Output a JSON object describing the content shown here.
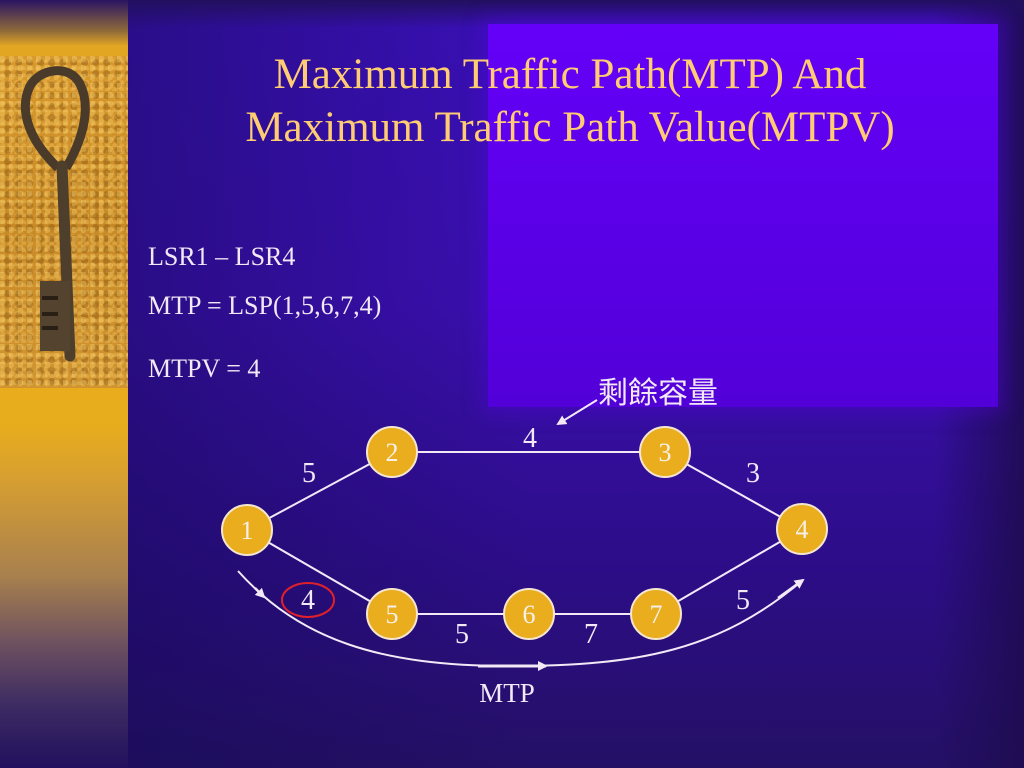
{
  "slide": {
    "title_line1": "Maximum Traffic Path(MTP) And",
    "title_line2": "Maximum Traffic Path Value(MTPV)",
    "lines": [
      "LSR1 – LSR4",
      "MTP = LSP(1,5,6,7,4)",
      "MTPV = 4"
    ],
    "annotation": "剩餘容量",
    "path_label": "MTP"
  },
  "diagram": {
    "nodes": [
      {
        "id": "1",
        "label": "1"
      },
      {
        "id": "2",
        "label": "2"
      },
      {
        "id": "3",
        "label": "3"
      },
      {
        "id": "4",
        "label": "4"
      },
      {
        "id": "5",
        "label": "5"
      },
      {
        "id": "6",
        "label": "6"
      },
      {
        "id": "7",
        "label": "7"
      }
    ],
    "edges": [
      {
        "from": "1",
        "to": "2",
        "weight": "5"
      },
      {
        "from": "2",
        "to": "3",
        "weight": "4"
      },
      {
        "from": "3",
        "to": "4",
        "weight": "3"
      },
      {
        "from": "1",
        "to": "5",
        "weight": "4",
        "highlighted": true
      },
      {
        "from": "5",
        "to": "6",
        "weight": "5"
      },
      {
        "from": "6",
        "to": "7",
        "weight": "7"
      },
      {
        "from": "7",
        "to": "4",
        "weight": "5"
      }
    ],
    "highlight_color": "#e0202a",
    "node_color": "#e9ad1e",
    "title_color": "#ffcc73"
  }
}
